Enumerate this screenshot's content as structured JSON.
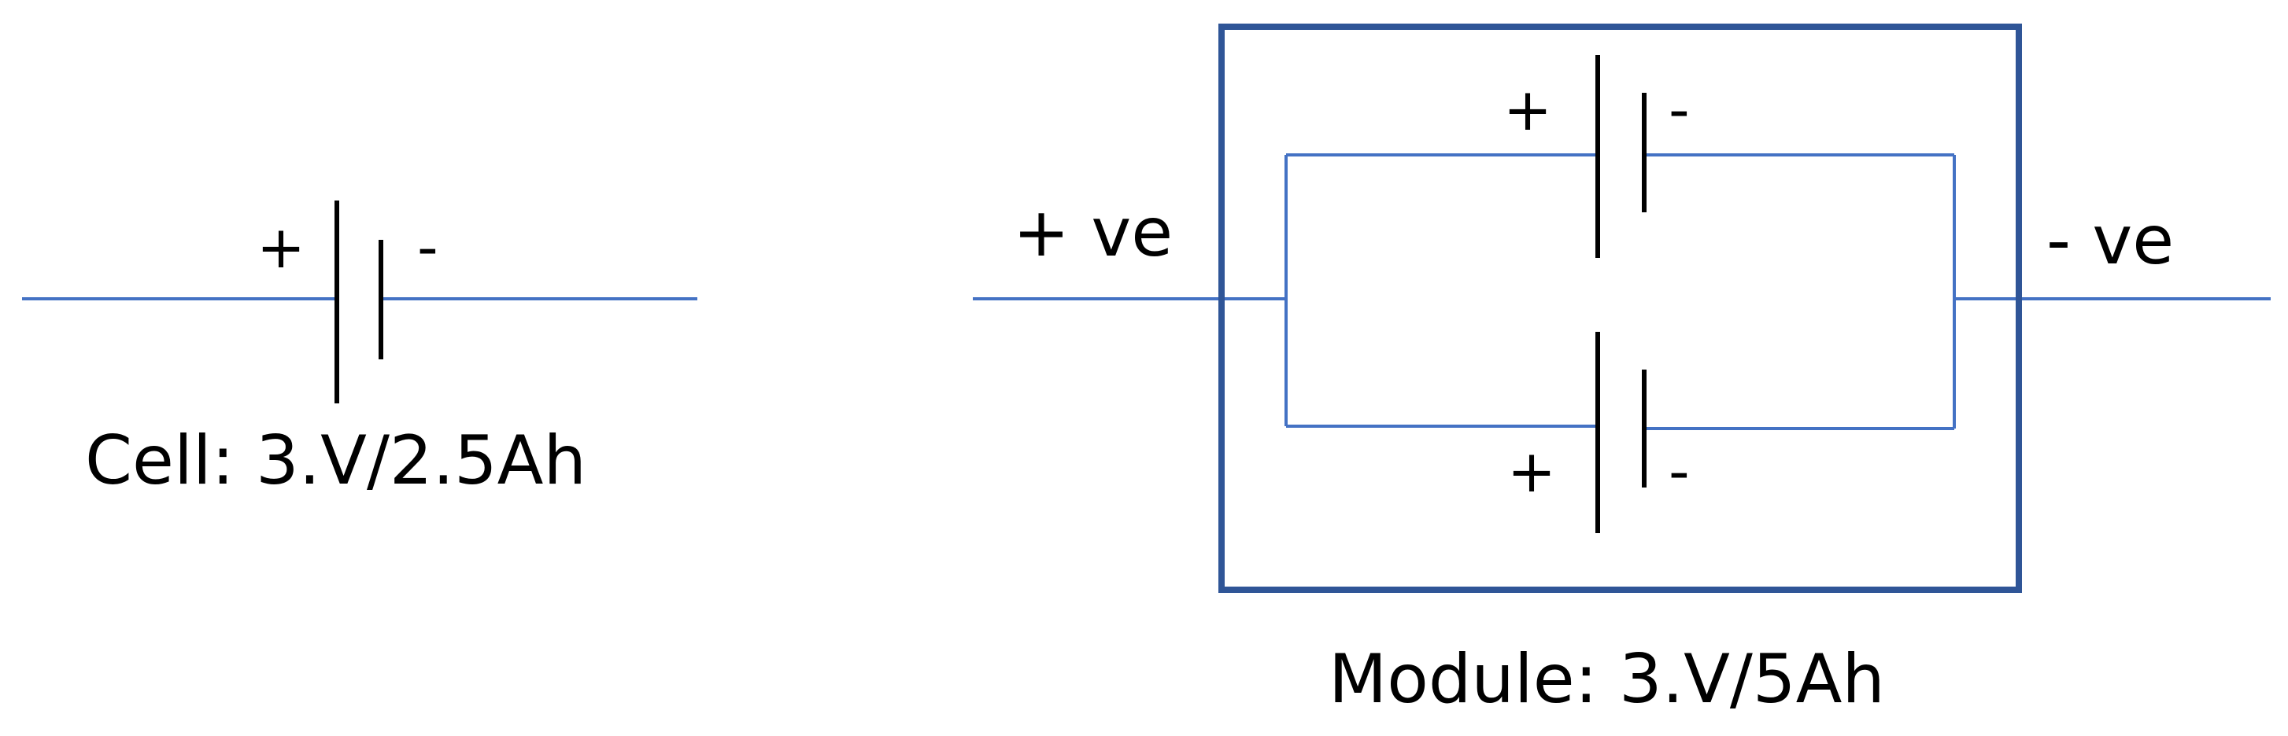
{
  "cell": {
    "positive_sign": "+",
    "negative_sign": "-",
    "caption": "Cell: 3.V/2.5Ah"
  },
  "module": {
    "positive_terminal_label": "+ ve",
    "negative_terminal_label": "- ve",
    "top_cell": {
      "positive_sign": "+",
      "negative_sign": "-"
    },
    "bottom_cell": {
      "positive_sign": "+",
      "negative_sign": "-"
    },
    "caption": "Module: 3.V/5Ah"
  },
  "colors": {
    "wire": "#4472C4",
    "module_frame": "#2F5597",
    "plates": "#000000",
    "text": "#000000"
  }
}
